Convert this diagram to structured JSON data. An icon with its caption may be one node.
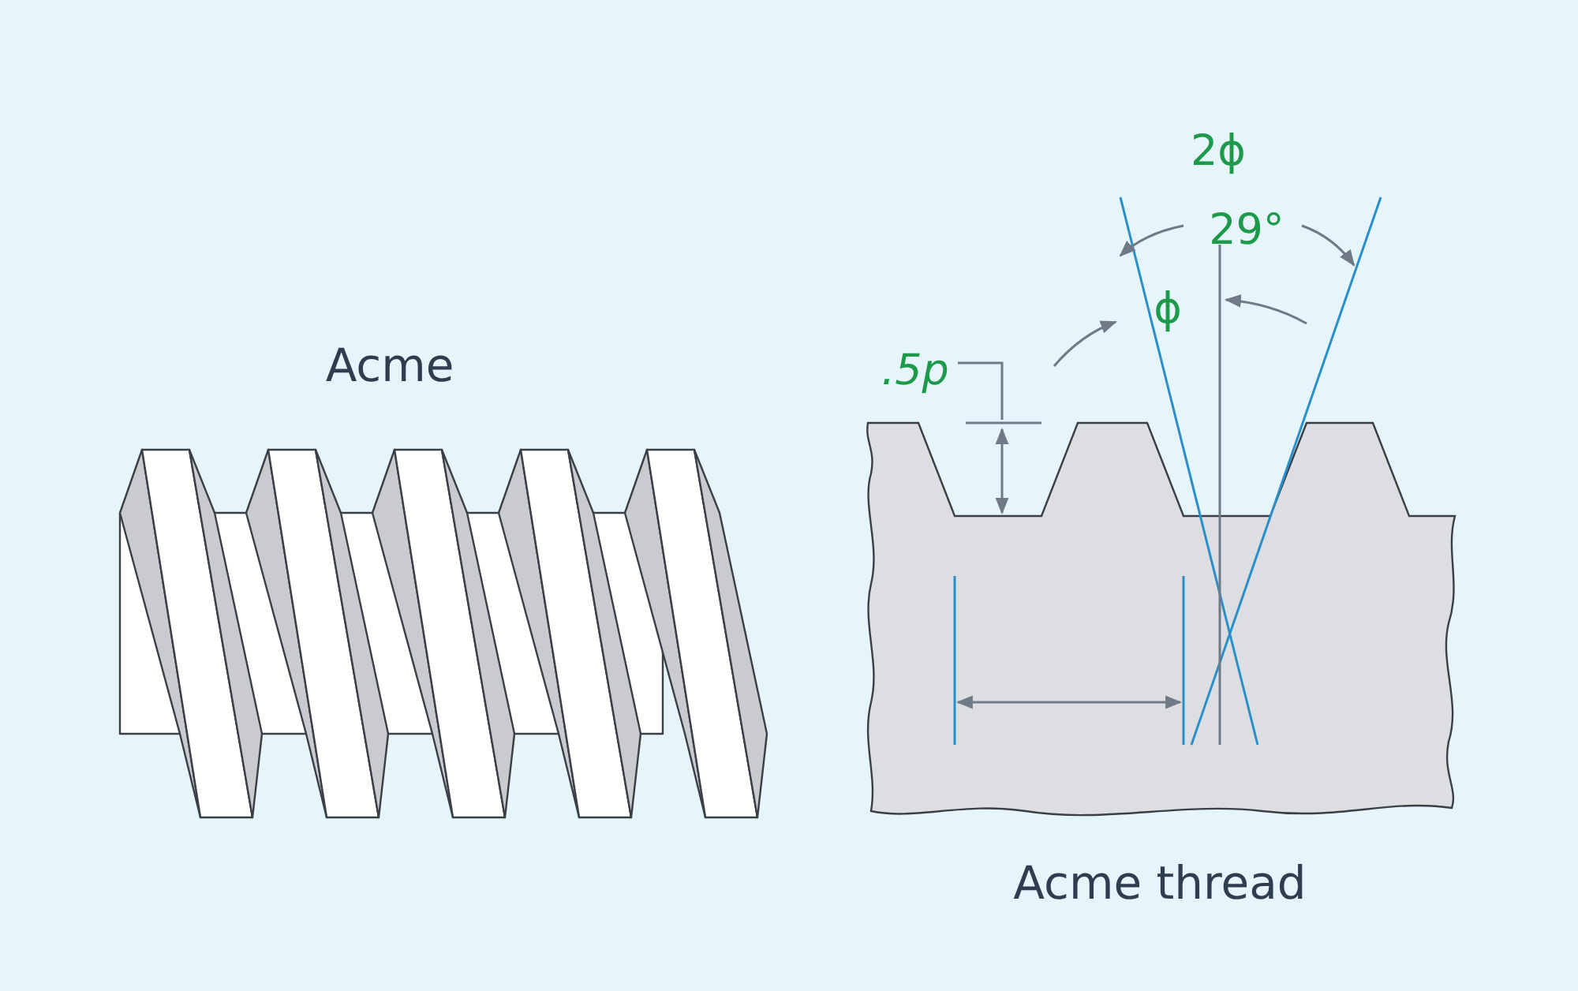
{
  "diagram": {
    "labels": [
      "Acme",
      "2ϕ",
      "29°",
      "ϕ",
      ".5p",
      "Acme thread"
    ]
  }
}
